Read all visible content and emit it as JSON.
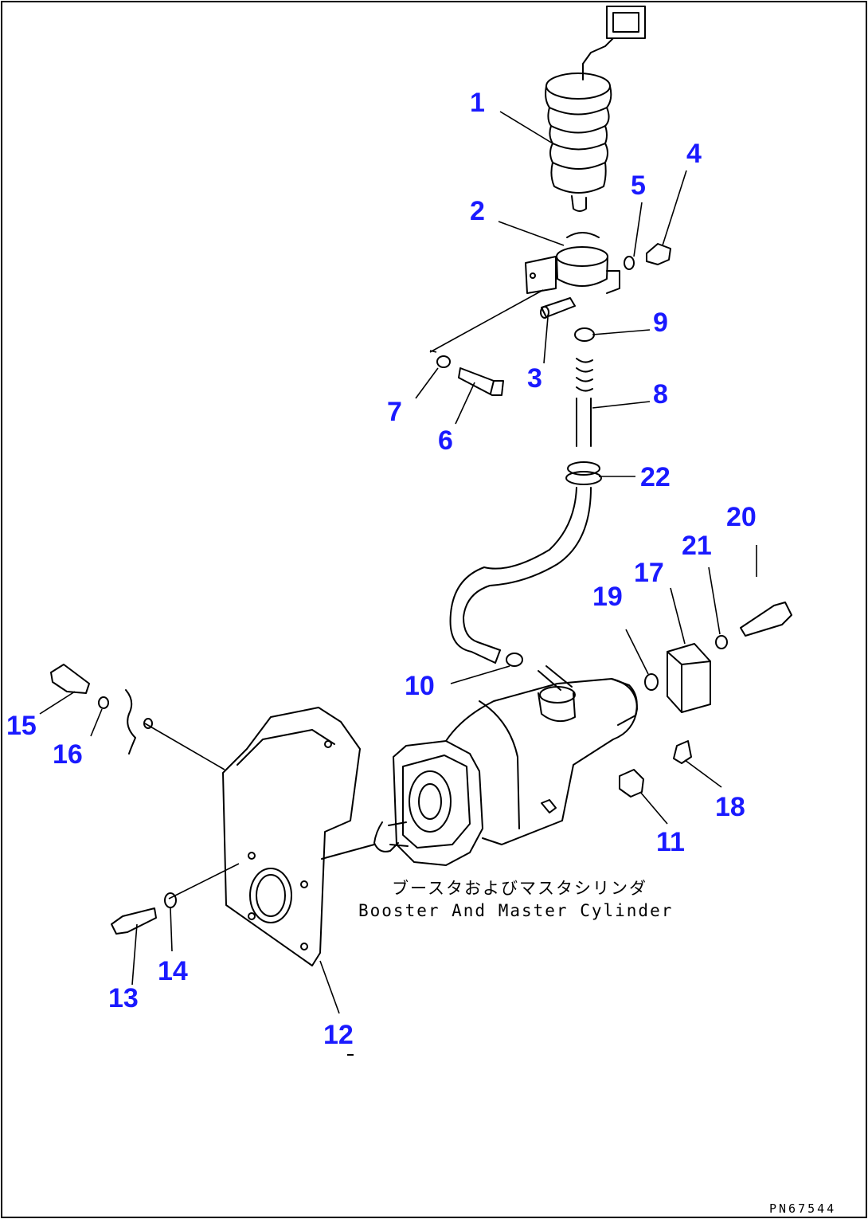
{
  "diagram": {
    "caption_jp": "ブースタおよびマスタシリンダ",
    "caption_en": "Booster And Master Cylinder",
    "drawing_id": "PN67544",
    "callout_color": "#1a1aff",
    "line_color": "#000000",
    "callouts": [
      {
        "number": "1"
      },
      {
        "number": "2"
      },
      {
        "number": "3"
      },
      {
        "number": "4"
      },
      {
        "number": "5"
      },
      {
        "number": "6"
      },
      {
        "number": "7"
      },
      {
        "number": "8"
      },
      {
        "number": "9"
      },
      {
        "number": "10"
      },
      {
        "number": "11"
      },
      {
        "number": "12"
      },
      {
        "number": "13"
      },
      {
        "number": "14"
      },
      {
        "number": "15"
      },
      {
        "number": "16"
      },
      {
        "number": "17"
      },
      {
        "number": "18"
      },
      {
        "number": "19"
      },
      {
        "number": "20"
      },
      {
        "number": "21"
      },
      {
        "number": "22"
      }
    ]
  }
}
